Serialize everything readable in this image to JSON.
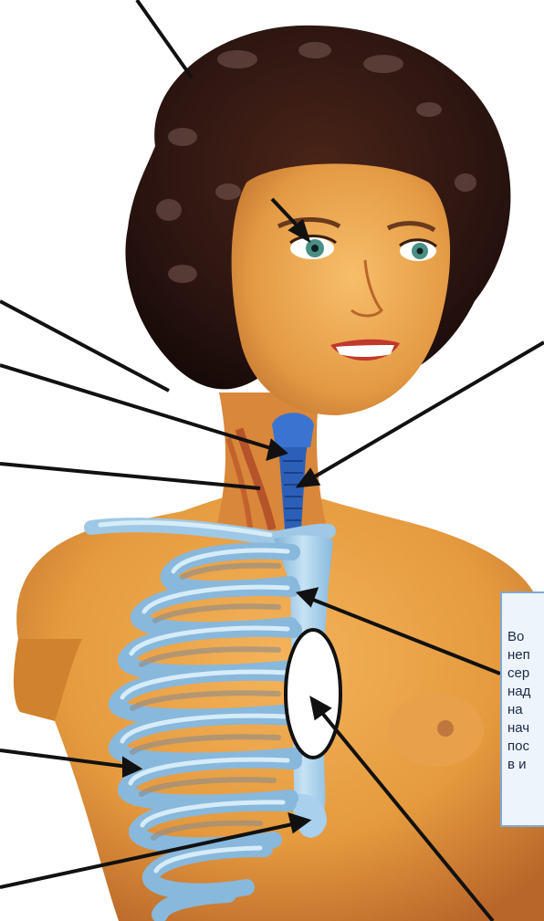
{
  "callout": {
    "lines": [
      "Во",
      "неп",
      "сер",
      "над",
      "на",
      "нач",
      "пос",
      "в и"
    ]
  },
  "colors": {
    "skin": "#e59a3e",
    "skin_shadow": "#c8742a",
    "hair": "#2a1410",
    "bone": "#9fc8e6",
    "bone_highlight": "#d6ecf8",
    "trachea": "#2c5fb8",
    "leader_line": "#111111",
    "callout_bg": "#eef4fb",
    "callout_border": "#7fa9d4"
  }
}
